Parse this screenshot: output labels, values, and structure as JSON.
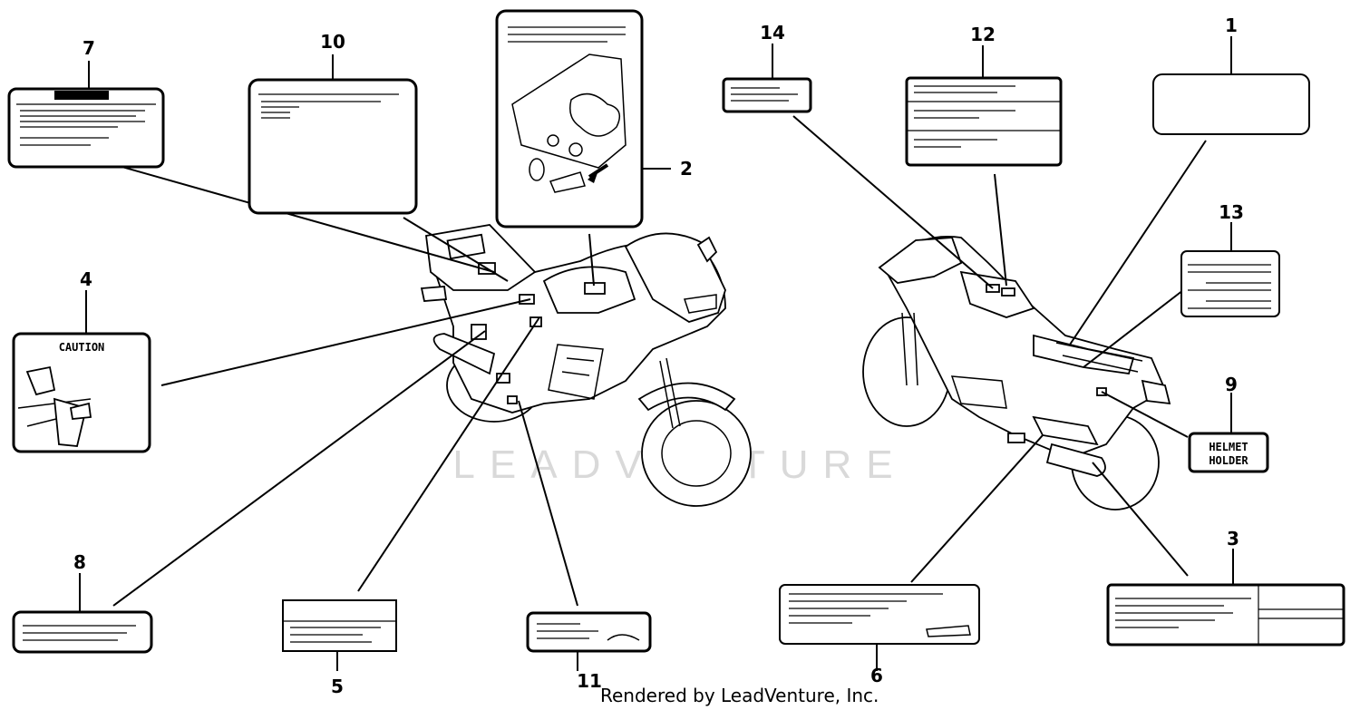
{
  "callouts": [
    "1",
    "2",
    "3",
    "4",
    "5",
    "6",
    "7",
    "8",
    "9",
    "10",
    "11",
    "12",
    "13",
    "14"
  ],
  "labels": {
    "caution_text": "CAUTION",
    "helmet_line1": "HELMET",
    "helmet_line2": "HOLDER"
  },
  "watermark": "LEADVENTURE",
  "footer": "Rendered by LeadVenture, Inc."
}
